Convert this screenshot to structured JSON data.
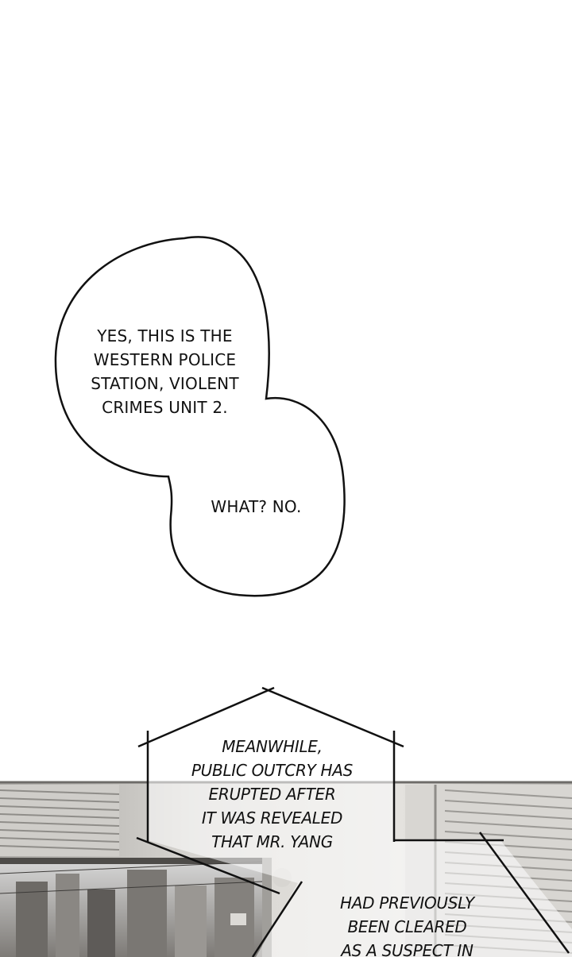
{
  "speech_bubble": {
    "lines_top": [
      "YES, THIS IS THE",
      "WESTERN POLICE",
      "STATION, VIOLENT",
      "CRIMES UNIT 2."
    ],
    "lines_bottom": [
      "WHAT? NO."
    ]
  },
  "narration_box": {
    "lines_upper": [
      "MEANWHILE,",
      "PUBLIC OUTCRY HAS",
      "ERUPTED AFTER",
      "IT WAS REVEALED",
      "THAT MR. YANG"
    ],
    "lines_lower": [
      "HAD PREVIOUSLY",
      "BEEN CLEARED",
      "AS A SUSPECT IN"
    ]
  },
  "colors": {
    "background": "#ffffff",
    "ink": "#111111",
    "scene_tint": "#c9c7c3"
  }
}
